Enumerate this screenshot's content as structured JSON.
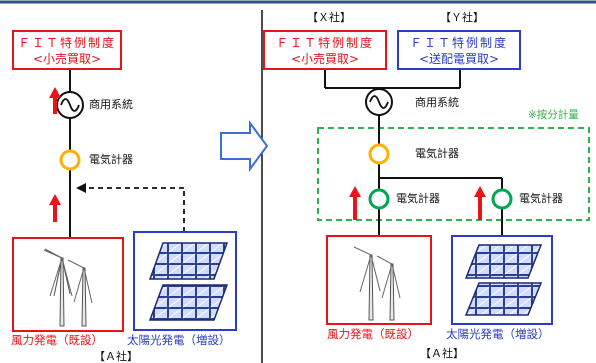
{
  "colors": {
    "red": "#e8141a",
    "blue": "#2a3cc8",
    "orange": "#ffb000",
    "green": "#00a651",
    "dashed_green": "#2fb34a",
    "top_rule": "#2f4f7f",
    "black": "#111111",
    "arrow_blue": "#3a6fd8"
  },
  "left": {
    "fit_box": {
      "line1": "ＦＩＴ特例制度",
      "line2": "<小売買取>"
    },
    "grid_label": "商用系統",
    "meter_label": "電気計器",
    "wind_label": "風力発電（既設）",
    "solar_label": "太陽光発電（増設）",
    "company_label": "【Ａ社】"
  },
  "right": {
    "company_x": "【Ｘ社】",
    "company_y": "【Ｙ社】",
    "fit_box_x": {
      "line1": "ＦＩＴ特例制度",
      "line2": "<小売買取>"
    },
    "fit_box_y": {
      "line1": "ＦＩＴ特例制度",
      "line2": "<送配電買取>"
    },
    "grid_label": "商用系統",
    "note": "※按分計量",
    "meter_main_label": "電気計器",
    "meter_wind_label": "電気計器",
    "meter_solar_label": "電気計器",
    "wind_label": "風力発電（既設）",
    "solar_label": "太陽光発電（増設）",
    "company_label": "【Ａ社】"
  },
  "icons": {
    "ac_source": "ac-source-icon",
    "wind_turbine": "wind-turbine-icon",
    "solar_panel": "solar-panel-icon",
    "meter": "meter-icon",
    "arrow": "arrow-icon"
  }
}
